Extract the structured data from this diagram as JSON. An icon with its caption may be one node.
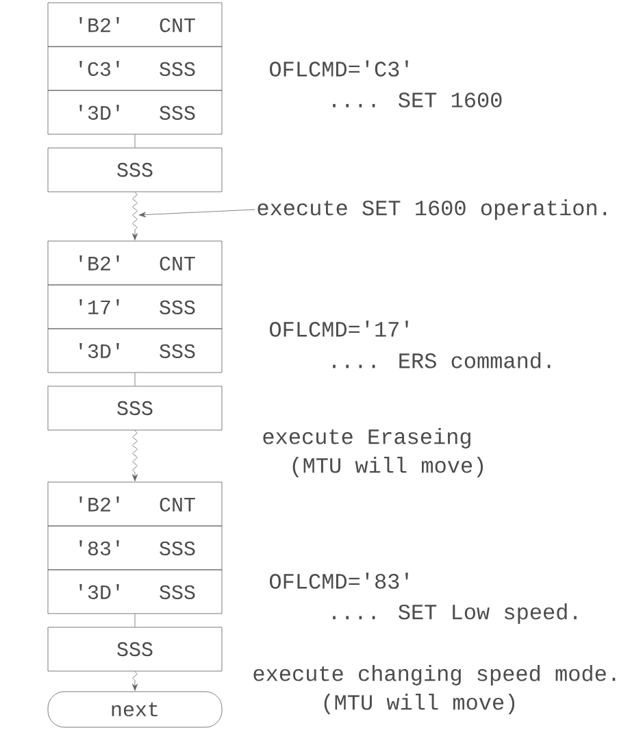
{
  "diagram": {
    "nodes": [
      {
        "text": [
          "'B2'",
          "CNT"
        ]
      },
      {
        "text": [
          "'C3'",
          "SSS"
        ]
      },
      {
        "text": [
          "'3D'",
          "SSS"
        ]
      },
      {
        "text": [
          "SSS"
        ]
      },
      {
        "text": [
          "'B2'",
          "CNT"
        ]
      },
      {
        "text": [
          "'17'",
          "SSS"
        ]
      },
      {
        "text": [
          "'3D'",
          "SSS"
        ]
      },
      {
        "text": [
          "SSS"
        ]
      },
      {
        "text": [
          "'B2'",
          "CNT"
        ]
      },
      {
        "text": [
          "'83'",
          "SSS"
        ]
      },
      {
        "text": [
          "'3D'",
          "SSS"
        ]
      },
      {
        "text": [
          "SSS"
        ]
      },
      {
        "text": [
          "next"
        ]
      },
      {
        "text": [
          "execute SET 1600 operation."
        ]
      }
    ],
    "edges": [
      {
        "from": 2,
        "to": 3,
        "arrow": "none"
      },
      {
        "from": 3,
        "to": 4,
        "arrow": "to"
      },
      {
        "from": 6,
        "to": 7,
        "arrow": "none"
      },
      {
        "from": 7,
        "to": 8,
        "arrow": "to"
      },
      {
        "from": 10,
        "to": 11,
        "arrow": "none"
      },
      {
        "from": 11,
        "to": 12,
        "arrow": "to"
      },
      {
        "from": 13,
        "to": null,
        "arrow": "to"
      }
    ],
    "labels": [
      "OFLCMD='C3'",
      ".... SET 1600",
      "OFLCMD='17'",
      ".... ERS command.",
      "execute Eraseing",
      "(MTU will move)",
      "OFLCMD='83'",
      ".... SET Low speed.",
      "execute changing speed mode.",
      "(MTU will move)"
    ]
  }
}
